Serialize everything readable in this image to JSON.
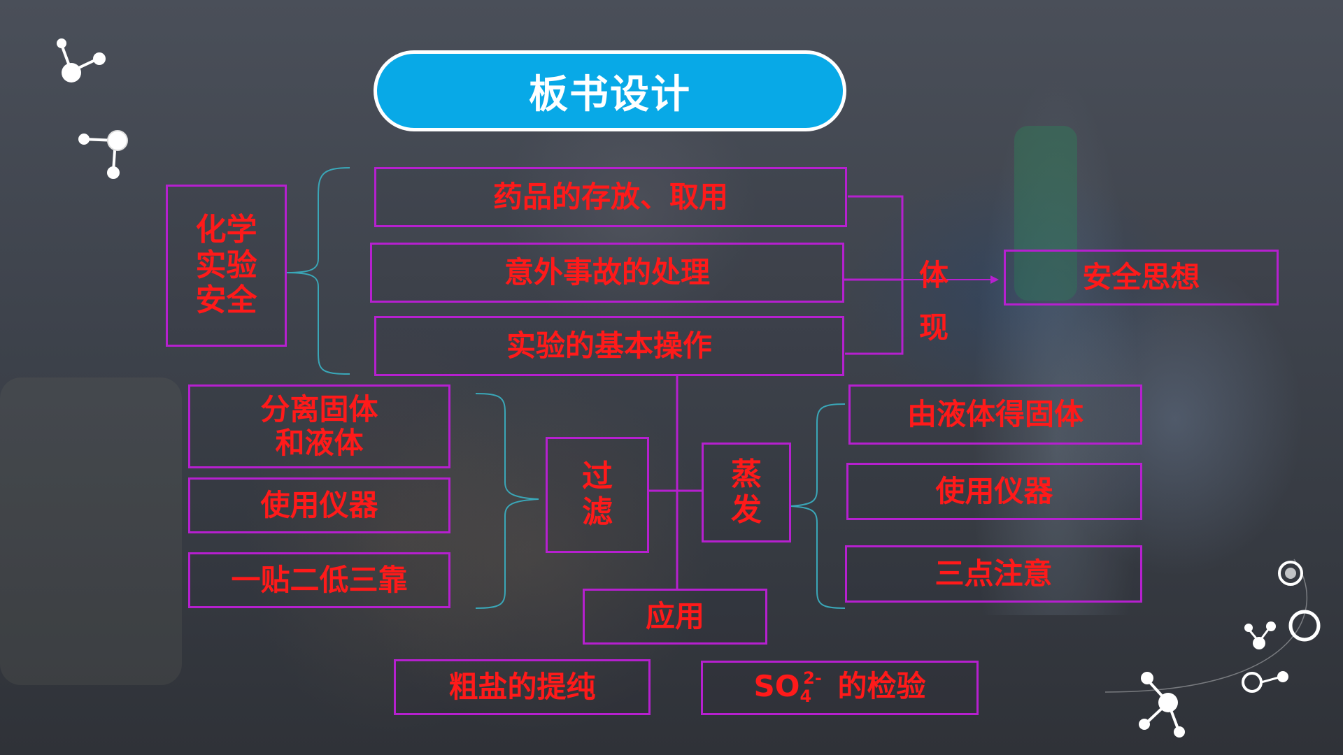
{
  "title": "板书设计",
  "main_topic": {
    "lines": [
      "化学",
      "实验",
      "安全"
    ]
  },
  "top_items": [
    "药品的存放、取用",
    "意外事故的处理",
    "实验的基本操作"
  ],
  "embody": {
    "char1": "体",
    "char2": "现"
  },
  "safety_idea": "安全思想",
  "filtration": {
    "label_chars": [
      "过",
      "滤"
    ],
    "items": [
      "分离固体和液体",
      "使用仪器",
      "一贴二低三靠"
    ],
    "item0_lines": [
      "分离固体",
      "和液体"
    ]
  },
  "evaporation": {
    "label_chars": [
      "蒸",
      "发"
    ],
    "items": [
      "由液体得固体",
      "使用仪器",
      "三点注意"
    ]
  },
  "application": "应用",
  "bottom_items": {
    "salt": "粗盐的提纯",
    "sulfate_formula_main": "SO",
    "sulfate_sub": "4",
    "sulfate_sup": "2-",
    "sulfate_rest": "的检验"
  },
  "colors": {
    "box_border": "#b620cf",
    "text": "#ff1a1a",
    "title_bg": "#08a9e7",
    "bracket": "#3aa7b8"
  },
  "icons": [
    "molecule-icon",
    "molecule-icon",
    "bubble-decoration",
    "molecule-icon"
  ]
}
